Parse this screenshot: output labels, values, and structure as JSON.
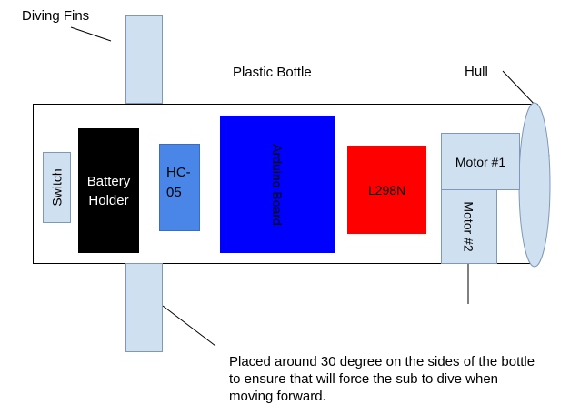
{
  "labels": {
    "diving_fins": "Diving Fins",
    "plastic_bottle": "Plastic Bottle",
    "hull": "Hull",
    "note_line1": "Placed around 30 degree on the sides of the bottle",
    "note_line2": "to  ensure that will force the sub to dive when",
    "note_line3": "moving forward."
  },
  "components": {
    "switch": "Switch",
    "battery_line1": "Battery",
    "battery_line2": "Holder",
    "hc05_line1": "HC-",
    "hc05_line2": "05",
    "arduino": "Arduino Board",
    "l298n": "L298N",
    "motor1": "Motor #1",
    "motor2": "Motor #2"
  },
  "colors": {
    "fin": "#cfe0f1",
    "switch": "#cfe0f1",
    "battery": "#000000",
    "hc05": "#4a86e8",
    "arduino": "#0000ff",
    "l298n": "#ff0000",
    "motor": "#cfe0f1",
    "hull": "#cfe0f1"
  }
}
